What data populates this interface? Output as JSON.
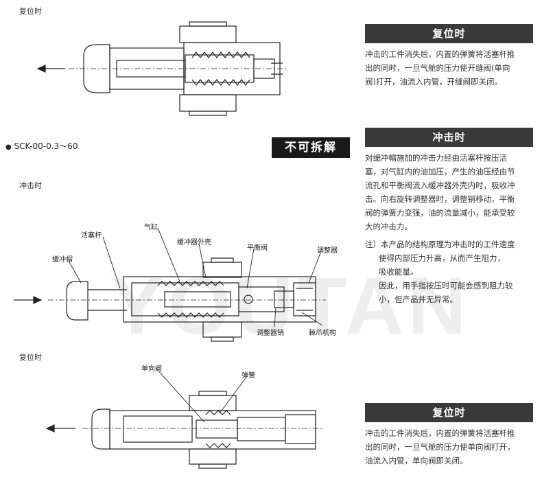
{
  "top_section": {
    "caption": "复位时",
    "panel": {
      "title": "复位时",
      "lines": [
        "冲击的工件消失后，内置的弹簧将活塞杆推",
        "出的同时，一旦气舱的压力使开缝阀(单向",
        "阀)打开，油流入内管，开缝阀即关闭。"
      ]
    }
  },
  "model": "SCK-00-0.3～60",
  "badge": "不可拆解",
  "middle_section": {
    "caption": "冲击时",
    "labels": {
      "piston_rod": "活塞杆",
      "cylinder": "气缸",
      "shell": "缓冲器外壳",
      "balance_valve": "平衡阀",
      "adjuster": "调整器",
      "cap": "缓冲帽",
      "adjust_pin": "调整器销",
      "ratchet": "棘爪机构"
    },
    "panel": {
      "title": "冲击时",
      "lines": [
        "对缓冲帽施加的冲击力经由活塞杆按压活",
        "塞，对气缸内的油加压，产生的油压经由节",
        "流孔和平衡阀流入缓冲器外壳内时，吸收冲",
        "击。向右旋转调整器时，调整销移动，平衡",
        "阀的弹簧力变强，油的流量减小，能承受较",
        "大的冲击力。"
      ],
      "note_lines": [
        "注）本产品的结构原理为冲击时的工件速度",
        "使得内部压力升高，从而产生阻力，",
        "吸收能量。",
        "因此，用手指按压时可能会感到阻力较",
        "小，但产品并无异常。"
      ]
    }
  },
  "bottom_section": {
    "caption": "复位时",
    "labels": {
      "check_valve": "单向阀",
      "spring": "弹簧"
    },
    "panel": {
      "title": "复位时",
      "lines": [
        "冲击的工件消失后，内置的弹簧将活塞杆推",
        "出的同时，一旦气舱的压力使单向阀打开，",
        "油流入内管，单向阀即关闭。"
      ]
    }
  },
  "watermark": "YOUTAN",
  "colors": {
    "panel_header": "#3a3a3a",
    "badge": "#1a1a1a",
    "line": "#222222"
  }
}
